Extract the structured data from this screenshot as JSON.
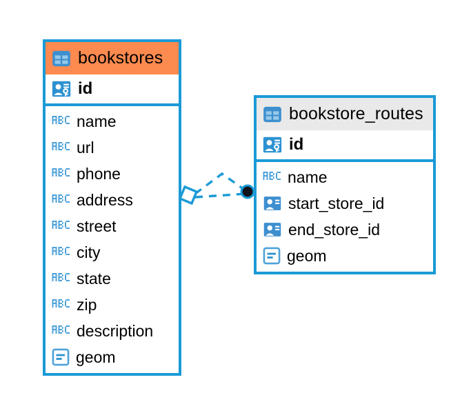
{
  "diagram": {
    "type": "entity-relationship-diagram",
    "background_color": "#ffffff",
    "accent_color": "#1b9ad6",
    "highlight_color": "#fd8a4e",
    "header_grey": "#e9e9e9"
  },
  "entities": [
    {
      "name": "bookstores",
      "header_style": "accent-orange",
      "table_icon": "table-icon",
      "primary_key": {
        "label": "id",
        "icon": "primary-key-icon"
      },
      "fields": [
        {
          "label": "name",
          "icon": "abc-text-icon"
        },
        {
          "label": "url",
          "icon": "abc-text-icon"
        },
        {
          "label": "phone",
          "icon": "abc-text-icon"
        },
        {
          "label": "address",
          "icon": "abc-text-icon"
        },
        {
          "label": "street",
          "icon": "abc-text-icon"
        },
        {
          "label": "city",
          "icon": "abc-text-icon"
        },
        {
          "label": "state",
          "icon": "abc-text-icon"
        },
        {
          "label": "zip",
          "icon": "abc-text-icon"
        },
        {
          "label": "description",
          "icon": "abc-text-icon"
        },
        {
          "label": "geom",
          "icon": "geometry-icon"
        }
      ]
    },
    {
      "name": "bookstore_routes",
      "header_style": "accent-grey",
      "table_icon": "table-icon",
      "primary_key": {
        "label": "id",
        "icon": "primary-key-icon"
      },
      "fields": [
        {
          "label": "name",
          "icon": "abc-text-icon"
        },
        {
          "label": "start_store_id",
          "icon": "foreign-key-icon"
        },
        {
          "label": "end_store_id",
          "icon": "foreign-key-icon"
        },
        {
          "label": "geom",
          "icon": "geometry-icon"
        }
      ]
    }
  ],
  "relationships": [
    {
      "from": "bookstores",
      "to": "bookstore_routes",
      "source_marker": "diamond-marker",
      "target_marker": "filled-circle-marker",
      "line_style": "dashed",
      "line_color": "#1b9ad6"
    },
    {
      "from": "bookstores",
      "to": "bookstore_routes",
      "source_marker": "diamond-marker",
      "target_marker": "filled-circle-marker",
      "line_style": "dashed",
      "line_color": "#1b9ad6"
    }
  ]
}
